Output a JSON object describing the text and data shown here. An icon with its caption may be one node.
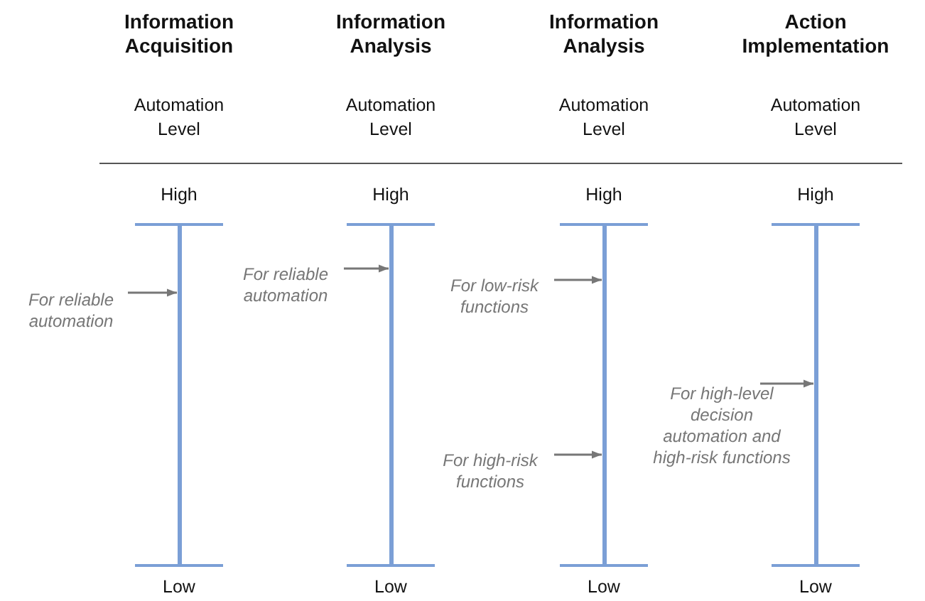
{
  "diagram": {
    "nodes": [
      {
        "text": [
          "For reliable automation"
        ]
      },
      {
        "text": [],
        "shape": "bar",
        "beside": [
          "High",
          "Low"
        ]
      },
      {
        "text": [
          "For reliable automation"
        ]
      },
      {
        "text": [],
        "shape": "bar",
        "beside": [
          "High",
          "Low"
        ]
      },
      {
        "text": [
          "For low-risk functions"
        ]
      },
      {
        "text": [
          "For high-risk functions"
        ]
      },
      {
        "text": [],
        "shape": "bar",
        "beside": [
          "High",
          "Low"
        ]
      },
      {
        "text": [
          "For high-level decision automation and high-risk functions"
        ]
      },
      {
        "text": [],
        "shape": "bar",
        "beside": [
          "High",
          "Low"
        ]
      }
    ],
    "edges": [
      {
        "from": 0,
        "to": 1,
        "arrow": "to"
      },
      {
        "from": 2,
        "to": 3,
        "arrow": "to"
      },
      {
        "from": 4,
        "to": 6,
        "arrow": "to"
      },
      {
        "from": 5,
        "to": 6,
        "arrow": "to"
      },
      {
        "from": 7,
        "to": 8,
        "arrow": "to"
      }
    ],
    "labels": [
      "Information Acquisition",
      "Information Analysis",
      "Information Analysis",
      "Action Implementation",
      "Automation Level",
      "Automation Level",
      "Automation Level",
      "Automation Level"
    ]
  }
}
